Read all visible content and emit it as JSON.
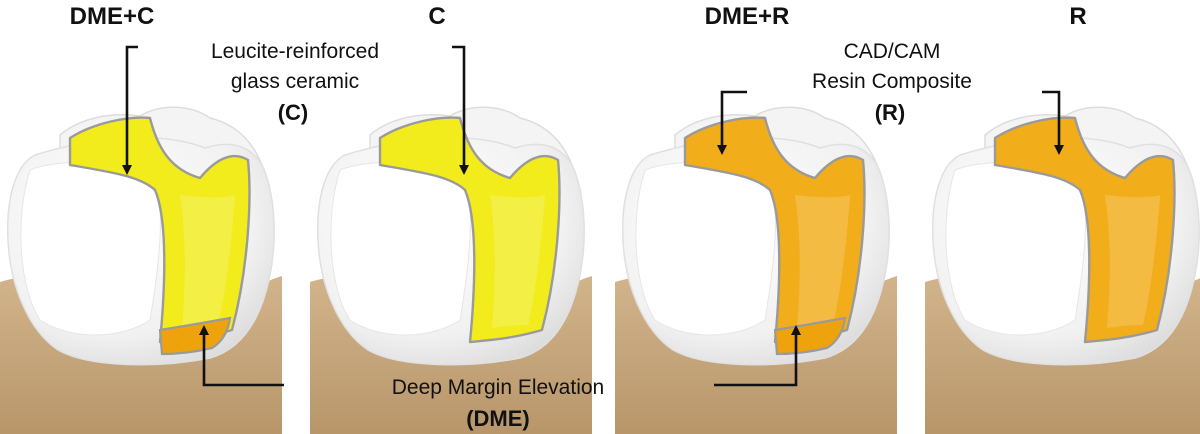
{
  "panels": [
    {
      "title": "DME+C",
      "restoration": "ceramic",
      "dme": true
    },
    {
      "title": "C",
      "restoration": "ceramic",
      "dme": false
    },
    {
      "title": "DME+R",
      "restoration": "resin",
      "dme": true
    },
    {
      "title": "R",
      "restoration": "resin",
      "dme": false
    }
  ],
  "annotations": {
    "ceramic": {
      "line1": "Leucite-reinforced",
      "line2": "glass ceramic",
      "abbr": "(C)"
    },
    "resin": {
      "line1": "CAD/CAM",
      "line2": "Resin Composite",
      "abbr": "(R)"
    },
    "dme": {
      "line1": "Deep Margin Elevation",
      "abbr": "(DME)"
    }
  },
  "colors": {
    "ceramic": "#f2ec1c",
    "resin": "#f2ad1a",
    "dme": "#eea20c",
    "tooth": "#f4f4f4",
    "gum": "#c8a87e",
    "outline": "#9a9a9a",
    "arrow": "#111111"
  }
}
